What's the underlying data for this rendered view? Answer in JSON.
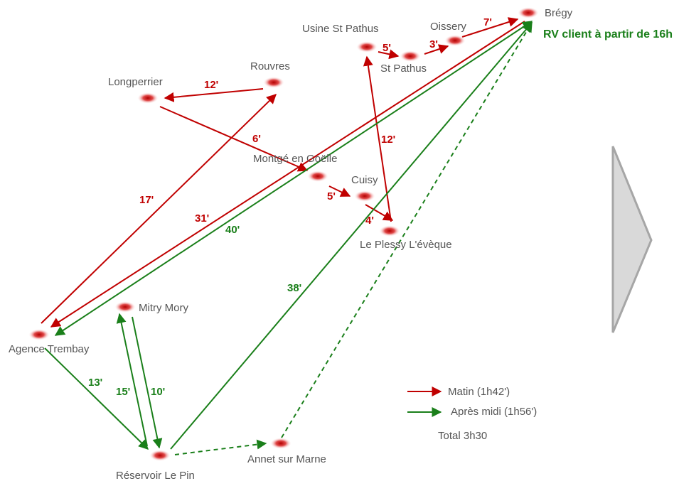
{
  "colors": {
    "morning": "#c00000",
    "afternoon": "#1a7f1a",
    "marker": "#d93a3a",
    "label": "#555555",
    "next_arrow_fill": "#d9d9d9",
    "next_arrow_stroke": "#a6a6a6"
  },
  "places": {
    "bregy": "Brégy",
    "rv_client": "RV client à partir de 16h",
    "usine_st_pathus": "Usine St Pathus",
    "oissery": "Oissery",
    "st_pathus": "St Pathus",
    "longperrier": "Longperrier",
    "rouvres": "Rouvres",
    "montge": "Montgé en Goëlle",
    "cuisy": "Cuisy",
    "le_plessy": "Le Plessy L'évèque",
    "mitry_mory": "Mitry Mory",
    "agence_trembay": "Agence Trembay",
    "reservoir": "Réservoir Le Pin",
    "annet": "Annet sur Marne"
  },
  "times": {
    "longperrier_rouvres": "12'",
    "longperrier_montge": "6'",
    "usine_stpathus": "5'",
    "stpathus_oissery": "3'",
    "oissery_bregy": "7'",
    "plessy_usine": "12'",
    "agence_rouvres": "17'",
    "bregy_agence": "31'",
    "agence_bregy": "40'",
    "montge_cuisy": "5'",
    "cuisy_plessy": "4'",
    "reservoir_bregy": "38'",
    "agence_reservoir": "13'",
    "reservoir_mitry": "15'",
    "mitry_reservoir": "10'"
  },
  "legend": {
    "morning": "Matin  (1h42')",
    "afternoon": "Après midi (1h56')",
    "total": "Total 3h30"
  },
  "next_arrow_icon": "chevron-right-arrow"
}
